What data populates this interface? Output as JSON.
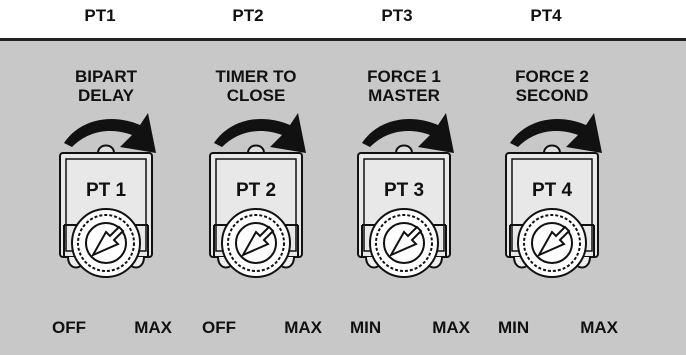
{
  "columns": [
    {
      "title": "PT1",
      "function_line1": "BIPART",
      "function_line2": "DELAY",
      "pot_label": "PT 1",
      "range_min": "OFF",
      "range_max": "MAX"
    },
    {
      "title": "PT2",
      "function_line1": "TIMER TO",
      "function_line2": "CLOSE",
      "pot_label": "PT 2",
      "range_min": "OFF",
      "range_max": "MAX"
    },
    {
      "title": "PT3",
      "function_line1": "FORCE 1",
      "function_line2": "MASTER",
      "pot_label": "PT 3",
      "range_min": "MIN",
      "range_max": "MAX"
    },
    {
      "title": "PT4",
      "function_line1": "FORCE 2",
      "function_line2": "SECOND",
      "pot_label": "PT 4",
      "range_min": "MIN",
      "range_max": "MAX"
    }
  ],
  "icons": {
    "arrow": "clockwise-arrow-icon",
    "knob": "potentiometer-knob-icon"
  },
  "colors": {
    "panel": "#c8c8c8",
    "ink": "#111111"
  }
}
